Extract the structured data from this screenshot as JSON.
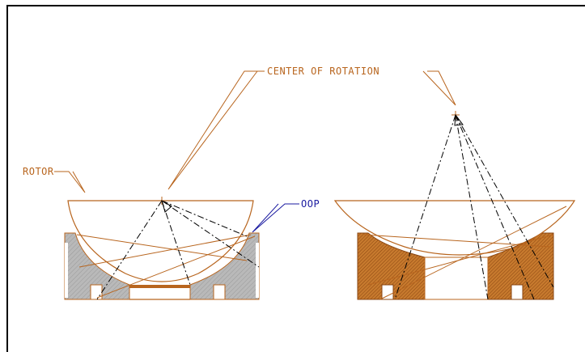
{
  "labels": {
    "center_of_rotation": "CENTER OF ROTATION",
    "rotor": "ROTOR",
    "oop": "OOP"
  },
  "colors": {
    "outline": "#b8651e",
    "gray_fill": "#b4b4b4",
    "brown_fill": "#b8651e",
    "axis_lines": "#000000",
    "oop_label": "#1a1aa0",
    "border": "#000000"
  }
}
